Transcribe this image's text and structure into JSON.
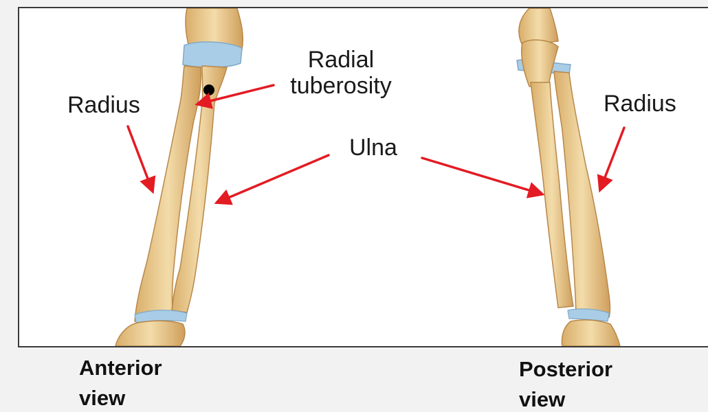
{
  "colors": {
    "bone": "#e9c98d",
    "bone_shade": "#c99a55",
    "cartilage": "#a9cde6",
    "arrow": "#e31b23",
    "frame_border": "#3a3a3a"
  },
  "labels": {
    "radial_tuberosity_line1": "Radial",
    "radial_tuberosity_line2": "tuberosity",
    "radius_left": "Radius",
    "radius_right": "Radius",
    "ulna": "Ulna"
  },
  "views": {
    "anterior_line1": "Anterior",
    "anterior_line2": "view",
    "posterior_line1": "Posterior",
    "posterior_line2": "view"
  }
}
